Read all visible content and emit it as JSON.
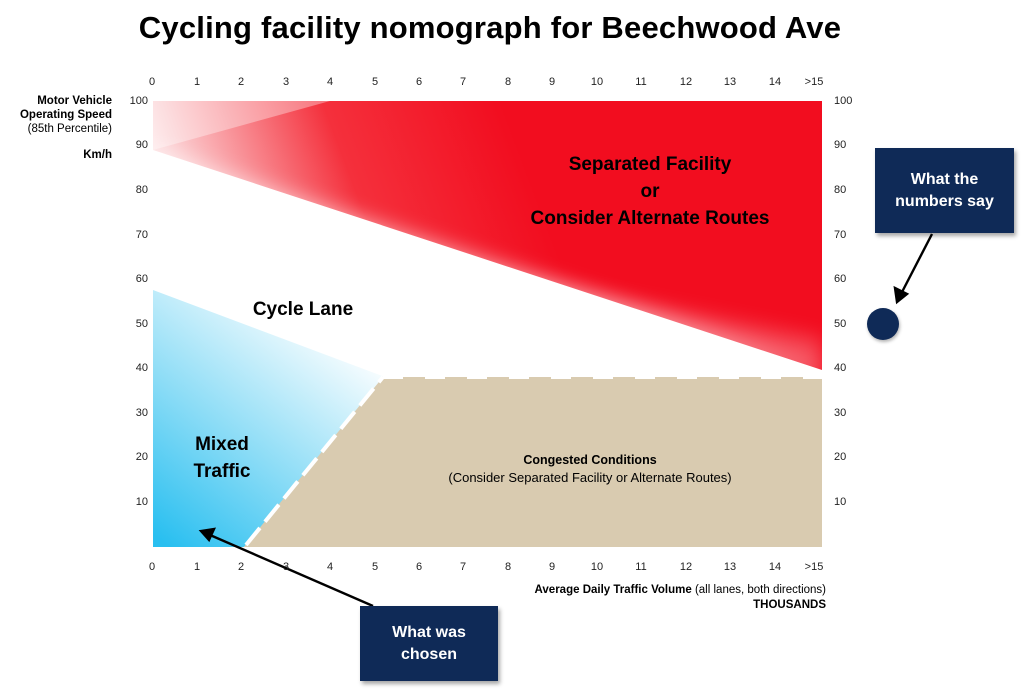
{
  "title": "Cycling facility nomograph for Beechwood Ave",
  "y_axis": {
    "label_line1": "Motor Vehicle",
    "label_line2": "Operating Speed",
    "label_line3": "(85th Percentile)",
    "unit": "Km/h",
    "ticks_left": [
      "100",
      "90",
      "80",
      "70",
      "60",
      "50",
      "40",
      "30",
      "20",
      "10"
    ],
    "ticks_right": [
      "100",
      "90",
      "80",
      "70",
      "60",
      "50",
      "40",
      "30",
      "20",
      "10"
    ]
  },
  "x_axis": {
    "ticks": [
      "0",
      "1",
      "2",
      "3",
      "4",
      "5",
      "6",
      "7",
      "8",
      "9",
      "10",
      "11",
      "12",
      "13",
      "14",
      ">15"
    ],
    "label_bold": "Average Daily Traffic Volume",
    "label_rest": " (all lanes, both directions)",
    "unit": "THOUSANDS"
  },
  "zones": {
    "separated": {
      "line1": "Separated Facility",
      "line2": "or",
      "line3": "Consider Alternate Routes"
    },
    "cycle_lane": "Cycle Lane",
    "mixed": {
      "line1": "Mixed",
      "line2": "Traffic"
    },
    "congested": {
      "line1": "Congested Conditions",
      "line2": "(Consider Separated Facility or Alternate Routes)"
    }
  },
  "callouts": {
    "numbers": {
      "line1": "What the",
      "line2": "numbers say"
    },
    "chosen": {
      "line1": "What was",
      "line2": "chosen"
    }
  },
  "colors": {
    "separated_red": "#f20d1f",
    "mixed_blue": "#2ec3ef",
    "congested_beige": "#d9cbb0",
    "callout_navy": "#0f2a57"
  },
  "chart_data": {
    "type": "nomograph",
    "title": "Cycling facility nomograph for Beechwood Ave",
    "xlabel": "Average Daily Traffic Volume (all lanes, both directions) THOUSANDS",
    "ylabel": "Motor Vehicle Operating Speed (85th Percentile) Km/h",
    "x_ticks": [
      "0",
      "1",
      "2",
      "3",
      "4",
      "5",
      "6",
      "7",
      "8",
      "9",
      "10",
      "11",
      "12",
      "13",
      "14",
      ">15"
    ],
    "y_ticks": [
      10,
      20,
      30,
      40,
      50,
      60,
      70,
      80,
      90,
      100
    ],
    "xlim": [
      0,
      15
    ],
    "ylim": [
      0,
      100
    ],
    "regions": [
      {
        "name": "Separated Facility or Consider Alternate Routes",
        "color": "red",
        "boundary": [
          [
            0,
            85
          ],
          [
            15,
            40
          ]
        ]
      },
      {
        "name": "Cycle Lane",
        "color": "white"
      },
      {
        "name": "Mixed Traffic",
        "color": "blue",
        "boundary": [
          [
            0,
            58
          ],
          [
            5,
            40
          ],
          [
            2,
            0
          ]
        ]
      },
      {
        "name": "Congested Conditions (Consider Separated Facility or Alternate Routes)",
        "color": "beige",
        "polygon": [
          [
            2.1,
            0
          ],
          [
            5.2,
            38
          ],
          [
            15,
            38
          ],
          [
            15,
            0
          ]
        ]
      }
    ],
    "annotations": [
      {
        "text": "What the numbers say",
        "points_to": {
          "x": ">15",
          "y": 50
        }
      },
      {
        "text": "What was chosen",
        "points_to": {
          "x": 1,
          "y": 3
        }
      }
    ]
  }
}
